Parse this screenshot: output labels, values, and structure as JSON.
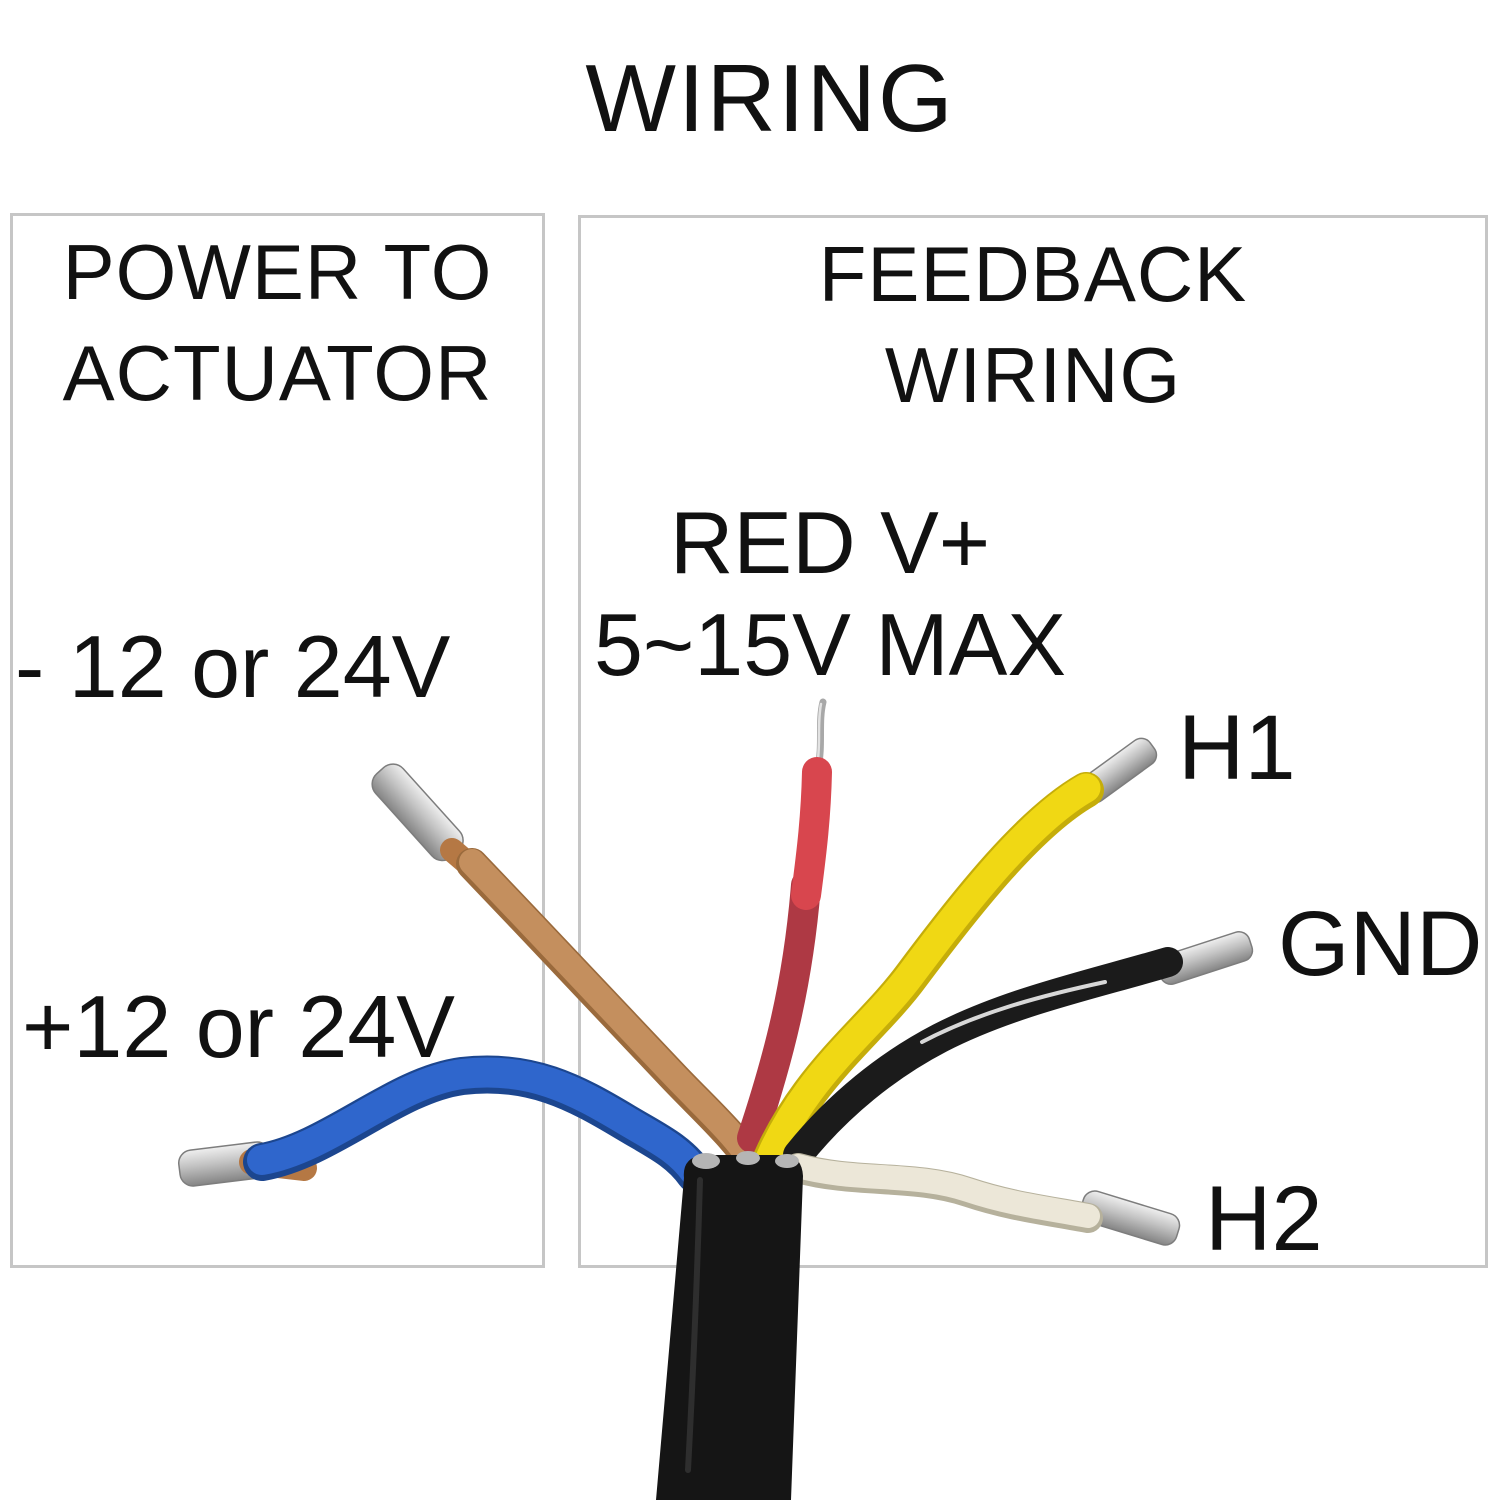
{
  "title": "WIRING",
  "left_panel": {
    "heading_line1": "POWER TO",
    "heading_line2": "ACTUATOR",
    "label_negative": "- 12 or 24V",
    "label_positive": "+12 or 24V"
  },
  "right_panel": {
    "heading_line1": "FEEDBACK",
    "heading_line2": "WIRING",
    "label_red_line1": "RED V+",
    "label_red_line2": "5~15V MAX",
    "label_h1": "H1",
    "label_gnd": "GND",
    "label_h2": "H2"
  },
  "cable": {
    "description": "black multi-core cable sheath",
    "sheath_color": "#151515",
    "foil_color": "#b5b5b5"
  },
  "wires": [
    {
      "name": "blue",
      "color": "#2f66cc",
      "edge_color": "#1c468f",
      "connects_to": "+12 or 24V"
    },
    {
      "name": "brown",
      "color": "#c48f5e",
      "edge_color": "#9a6a3c",
      "connects_to": "- 12 or 24V"
    },
    {
      "name": "red",
      "color": "#d8464e",
      "color_dark": "#ae3944",
      "connects_to": "RED V+ 5~15V MAX"
    },
    {
      "name": "yellow",
      "color": "#f0d814",
      "edge_color": "#c5ad0a",
      "connects_to": "H1"
    },
    {
      "name": "black",
      "color": "#1b1b1b",
      "highlight_color": "#d8d8d8",
      "connects_to": "GND"
    },
    {
      "name": "white",
      "color": "#ece7d8",
      "edge_color": "#b6b19c",
      "connects_to": "H2"
    }
  ],
  "colors": {
    "background": "#ffffff",
    "panel_border": "#c6c6c6",
    "text": "#111111",
    "copper": "#b57844",
    "bare_strand": "#a8a8a8",
    "bare_strand_highlight": "#e2e2e2"
  }
}
